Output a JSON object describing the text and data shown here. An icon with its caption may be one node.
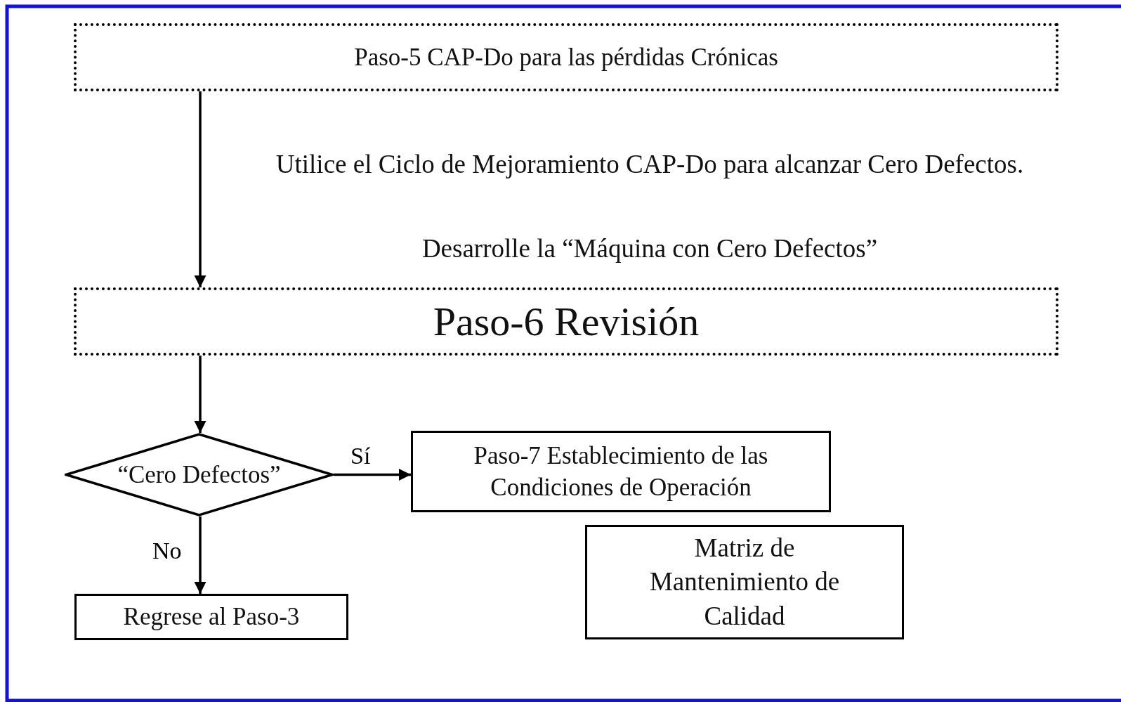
{
  "diagram": {
    "nodes": [
      {
        "text": [
          "Paso-5 CAP-Do para las pérdidas Crónicas"
        ]
      },
      {
        "text": [
          "Paso-6 Revisión"
        ]
      },
      {
        "text": [
          "“Cero Defectos”"
        ]
      },
      {
        "text": [
          "Paso-7 Establecimiento de las Condiciones de Operación"
        ]
      },
      {
        "text": [
          "Regrese al Paso-3"
        ]
      },
      {
        "text": [
          "Matriz de Mantenimiento de Calidad"
        ]
      }
    ],
    "edges": [
      {
        "from": 0,
        "to": 1,
        "arrow": "to"
      },
      {
        "from": 1,
        "to": 2,
        "arrow": "to"
      },
      {
        "from": 2,
        "to": 3,
        "arrow": "to",
        "label": "Sí"
      },
      {
        "from": 2,
        "to": 4,
        "arrow": "to",
        "label": "No"
      }
    ],
    "labels": [
      "Utilice el Ciclo de Mejoramiento CAP-Do para alcanzar Cero Defectos.",
      "Desarrolle la “Máquina con Cero Defectos”"
    ]
  }
}
